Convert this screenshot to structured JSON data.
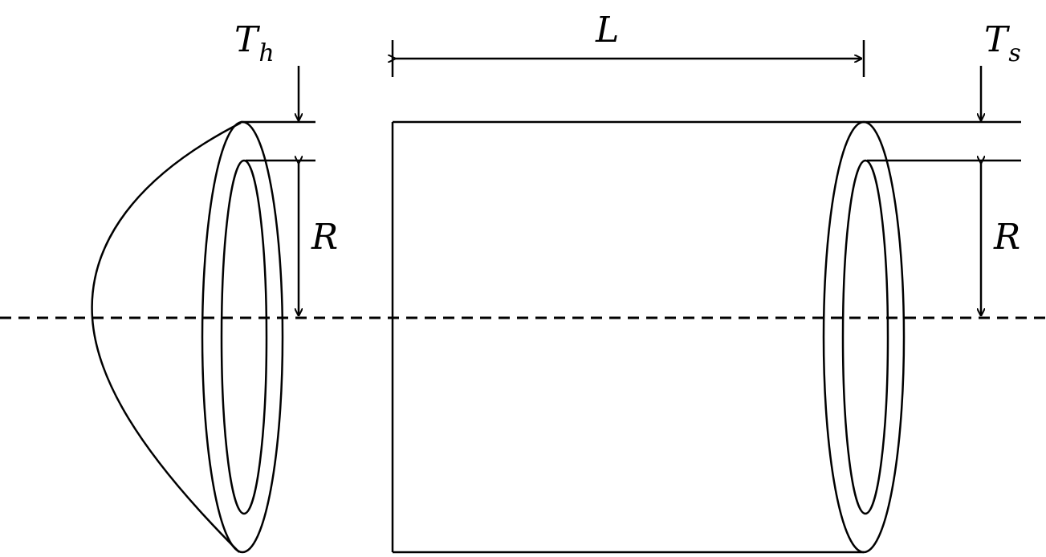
{
  "labels": {
    "head_thickness": {
      "main": "T",
      "sub": "h"
    },
    "shell_thickness": {
      "main": "T",
      "sub": "s"
    },
    "length": "L",
    "radius_head": "R",
    "radius_shell": "R"
  },
  "colors": {
    "stroke": "#000000",
    "background": "#ffffff"
  }
}
